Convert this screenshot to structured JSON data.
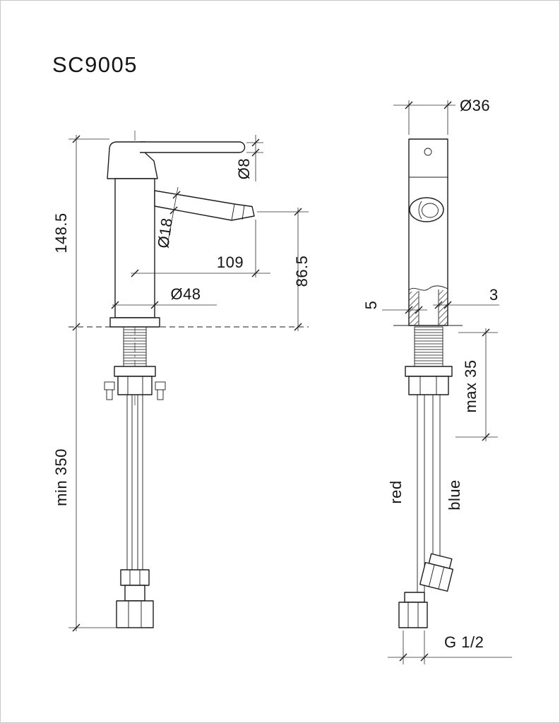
{
  "title": "SC9005",
  "line_color": "#1c1c1c",
  "side_view": {
    "dim_height": "148.5",
    "dim_min_hose_length": "min 350",
    "dim_lever_diameter": "Ø8",
    "dim_spout_diameter": "Ø18",
    "dim_spout_reach": "109",
    "dim_spout_height": "86.5",
    "dim_body_diameter": "Ø48"
  },
  "front_view": {
    "dim_top_diameter": "Ø36",
    "dim_wall_left": "5",
    "dim_wall_right": "3",
    "dim_max_deck_thickness": "max 35",
    "hose_label_hot": "red",
    "hose_label_cold": "blue",
    "dim_connection_thread": "G 1/2"
  }
}
